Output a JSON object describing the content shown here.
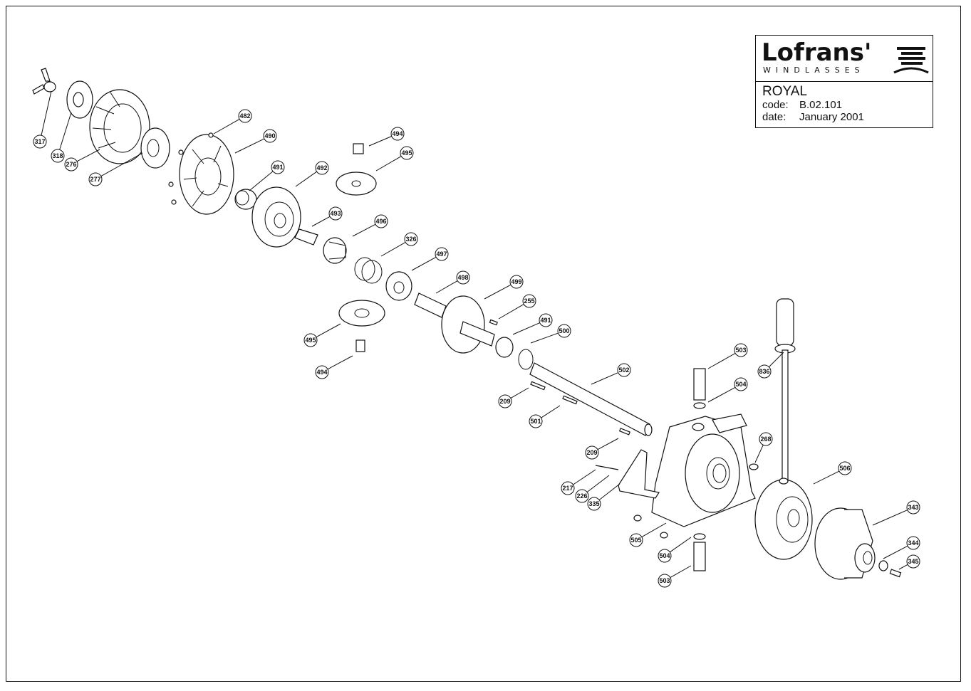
{
  "brand": {
    "logo_text": "Lofrans'",
    "logo_subtitle": "WINDLASSES",
    "colors": {
      "ink": "#111111",
      "paper": "#ffffff"
    }
  },
  "title_block": {
    "model": "ROYAL",
    "code_label": "code:",
    "code_value": "B.02.101",
    "date_label": "date:",
    "date_value": "January 2001"
  },
  "callouts": [
    "317",
    "318",
    "276",
    "277",
    "482",
    "490",
    "491",
    "492",
    "494",
    "495",
    "493",
    "496",
    "326",
    "497",
    "498",
    "499",
    "255",
    "491",
    "500",
    "495",
    "494",
    "502",
    "209",
    "501",
    "503",
    "504",
    "836",
    "209",
    "268",
    "217",
    "226",
    "335",
    "505",
    "504",
    "503",
    "506",
    "343",
    "344",
    "345"
  ]
}
